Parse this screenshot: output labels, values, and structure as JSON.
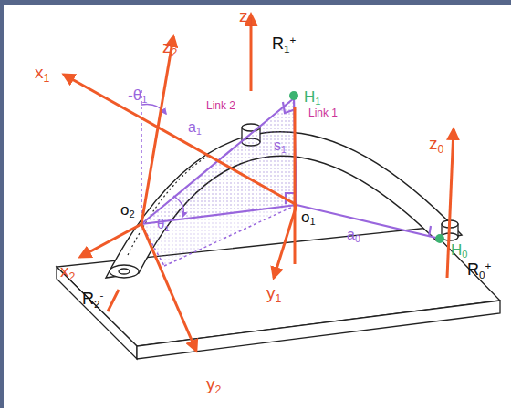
{
  "diagram": {
    "labels": [
      "z1",
      "R1+",
      "z2",
      "-θ1",
      "x1",
      "Link 2",
      "Link 1",
      "H1",
      "a1",
      "s1",
      "θ1",
      "z0",
      "o2",
      "o1",
      "a0",
      "H0",
      "x2",
      "R2-",
      "y1",
      "R0+",
      "y2"
    ]
  }
}
